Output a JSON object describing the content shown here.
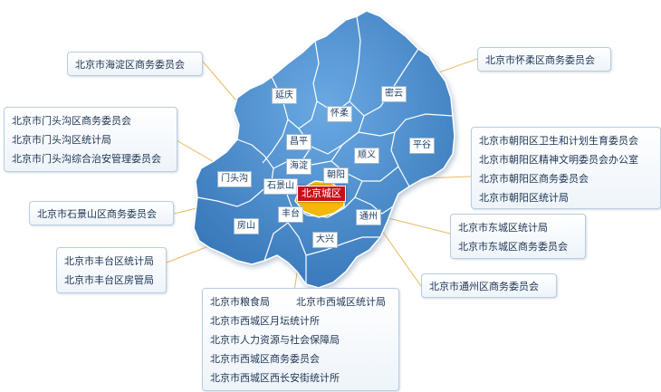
{
  "districts": [
    {
      "key": "yanqing",
      "name": "延庆"
    },
    {
      "key": "huairou",
      "name": "怀柔"
    },
    {
      "key": "miyun",
      "name": "密云"
    },
    {
      "key": "pinggu",
      "name": "平谷"
    },
    {
      "key": "changping",
      "name": "昌平"
    },
    {
      "key": "shunyi",
      "name": "顺义"
    },
    {
      "key": "haidian",
      "name": "海淀"
    },
    {
      "key": "chaoyang",
      "name": "朝阳"
    },
    {
      "key": "mentougou",
      "name": "门头沟"
    },
    {
      "key": "shijingshan",
      "name": "石景山"
    },
    {
      "key": "fengtai",
      "name": "丰台"
    },
    {
      "key": "fangshan",
      "name": "房山"
    },
    {
      "key": "daxing",
      "name": "大兴"
    },
    {
      "key": "tongzhou",
      "name": "通州"
    },
    {
      "key": "center",
      "name": "北京城区"
    }
  ],
  "panels": {
    "haidian": [
      "北京市海淀区商务委员会"
    ],
    "huairou": [
      "北京市怀柔区商务委员会"
    ],
    "mentougou": [
      "北京市门头沟区商务委员会",
      "北京市门头沟区统计局",
      "北京市门头沟综合治安管理委员会"
    ],
    "chaoyang": [
      "北京市朝阳区卫生和计划生育委员会",
      "北京市朝阳区精神文明委员会办公室",
      "北京市朝阳区商务委员会",
      "北京市朝阳区统计局"
    ],
    "shijingshan": [
      "北京市石景山区商务委员会"
    ],
    "dongcheng": [
      "北京市东城区统计局",
      "北京市东城区商务委员会"
    ],
    "fengtai": [
      "北京市丰台区统计局",
      "北京市丰台区房管局"
    ],
    "tongzhou": [
      "北京市通州区商务委员会"
    ],
    "xicheng": [
      "北京市粮食局",
      "北京市西城区统计局",
      "北京市西城区月坛统计所",
      "北京市人力资源与社会保障局",
      "北京市西城区商务委员会",
      "北京市西城区西长安街统计所"
    ]
  },
  "colors": {
    "region_fill": "#4b90d0",
    "region_fill_dark": "#2f6fb2",
    "border": "#ffffff",
    "center_fill": "#f2b80c",
    "leader_line": "#e8b860"
  }
}
